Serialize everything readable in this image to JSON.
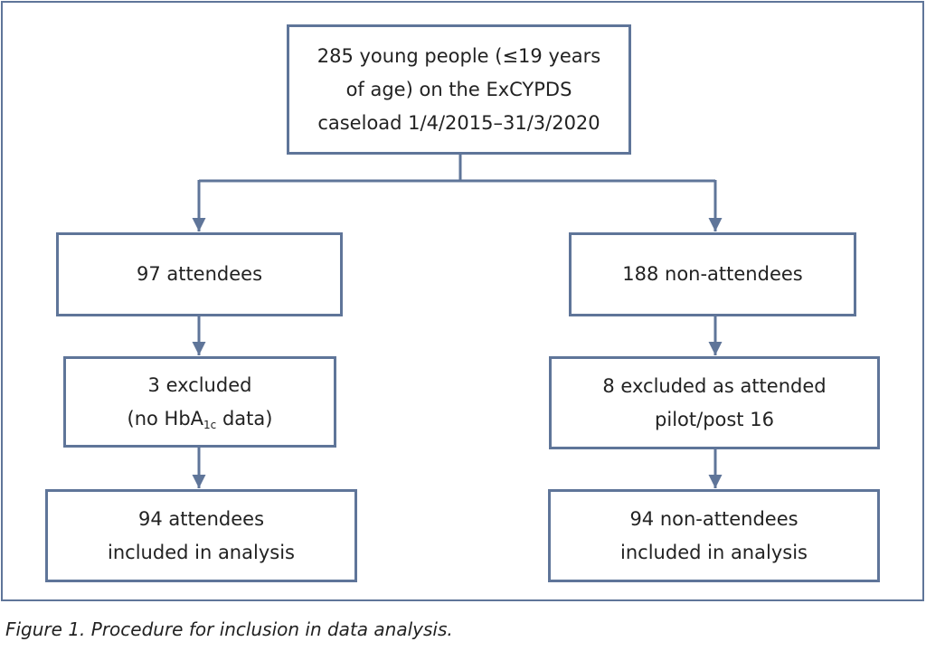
{
  "diagram": {
    "top": {
      "line1": "285 young people (≤19 years",
      "line2": "of age) on the ExCYPDS",
      "line3": "caseload 1/4/2015–31/3/2020"
    },
    "left": {
      "group": "97 attendees",
      "excluded_line1": "3 excluded",
      "excluded_pre": "(no HbA",
      "excluded_sub": "1c",
      "excluded_post": " data)",
      "included_line1": "94 attendees",
      "included_line2": "included in analysis"
    },
    "right": {
      "group": "188 non-attendees",
      "excluded_line1": "8 excluded as attended",
      "excluded_line2": "pilot/post 16",
      "included_line1": "94 non-attendees",
      "included_line2": "included in analysis"
    }
  },
  "caption": "Figure 1. Procedure for inclusion in data analysis.",
  "colors": {
    "box_border": "#5f7599",
    "connector": "#5f7599",
    "text": "#222222"
  }
}
